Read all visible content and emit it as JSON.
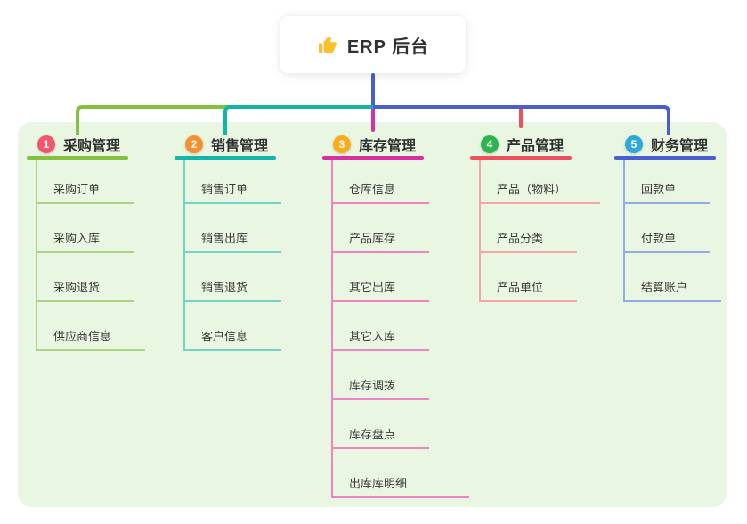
{
  "root": {
    "title": "ERP 后台",
    "icon": "thumbs-up-icon",
    "icon_color": "#f9c02c"
  },
  "colors": {
    "page_background": "#ffffff",
    "panel_background": "#e9f6e2",
    "root_connector": "#4a5ed0",
    "title_text": "#2f2f2f",
    "child_text": "#3a3a3a"
  },
  "branches": [
    {
      "num": "1",
      "title": "采购管理",
      "badge_color": "#f2566b",
      "line_color": "#85c140",
      "child_line_color": "#abd385",
      "children": [
        "采购订单",
        "采购入库",
        "采购退货",
        "供应商信息"
      ]
    },
    {
      "num": "2",
      "title": "销售管理",
      "badge_color": "#f78f2d",
      "line_color": "#13b5a8",
      "child_line_color": "#76d1c6",
      "children": [
        "销售订单",
        "销售出库",
        "销售退货",
        "客户信息"
      ]
    },
    {
      "num": "3",
      "title": "库存管理",
      "badge_color": "#fbac1d",
      "line_color": "#d9309f",
      "child_line_color": "#ef83c4",
      "children": [
        "仓库信息",
        "产品库存",
        "其它出库",
        "其它入库",
        "库存调拨",
        "库存盘点",
        "出库库明细"
      ]
    },
    {
      "num": "4",
      "title": "产品管理",
      "badge_color": "#2db44f",
      "line_color": "#ef4f5c",
      "child_line_color": "#f6a6a9",
      "children": [
        "产品（物料）",
        "产品分类",
        "产品单位"
      ]
    },
    {
      "num": "5",
      "title": "财务管理",
      "badge_color": "#2ea7dd",
      "line_color": "#4a5ed0",
      "child_line_color": "#92a9e2",
      "children": [
        "回款单",
        "付款单",
        "结算账户"
      ]
    }
  ]
}
